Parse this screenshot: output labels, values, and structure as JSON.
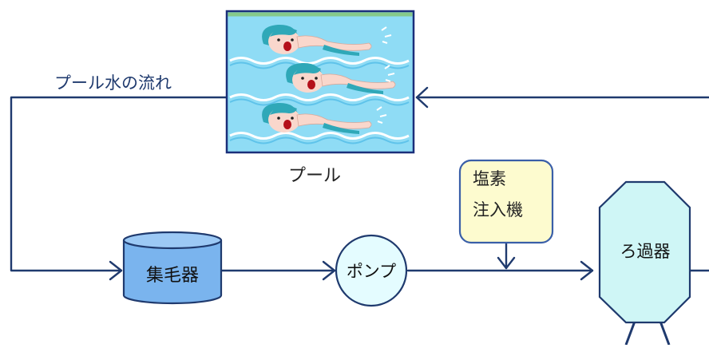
{
  "labels": {
    "flow_label": "プール水の流れ",
    "pool_caption": "プール",
    "chlorine_line1": "塩素",
    "chlorine_line2": "注入機",
    "hair_collector": "集毛器",
    "pump": "ポンプ",
    "filter": "ろ過器"
  },
  "colors": {
    "line": "#1f3a6e",
    "pool_water": "#8fdcf5",
    "pool_frame": "#1a2f7a",
    "pool_top": "#86c98a",
    "chlorine_fill": "#fdfbcf",
    "chlorine_stroke": "#3a5fa8",
    "collector_fill": "#7ab4ee",
    "pump_fill": "#e4fcff",
    "filter_fill": "#cff6f6"
  }
}
